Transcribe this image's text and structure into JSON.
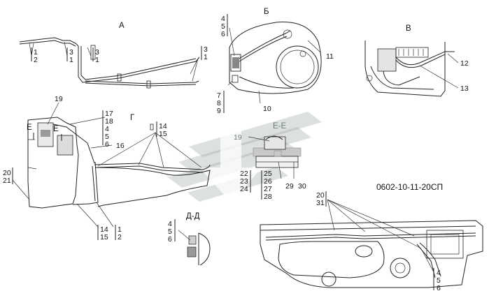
{
  "document_code": "0602-10-11-20СП",
  "views": {
    "A": "А",
    "B": "Б",
    "V": "В",
    "G": "Г",
    "EE": "Е-Е",
    "DD": "Д-Д",
    "E_left": "Е",
    "E_right": "Е"
  },
  "callouts": {
    "a_1": "1",
    "a_2": "2",
    "a_3a": "3",
    "a_1b": "1",
    "a_3c": "3",
    "a_1c": "1",
    "a_3d": "3",
    "a_1d": "1",
    "b_4": "4",
    "b_5": "5",
    "b_6": "6",
    "b_11": "11",
    "b_7": "7",
    "b_8": "8",
    "b_9": "9",
    "b_10": "10",
    "v_12": "12",
    "v_13": "13",
    "g_19": "19",
    "g_17": "17",
    "g_18": "18",
    "g_4": "4",
    "g_5": "5",
    "g_6": "6",
    "g_16": "16",
    "g_14": "14",
    "g_15": "15",
    "g_20": "20",
    "g_21": "21",
    "g_14b": "14",
    "g_15b": "15",
    "g_1": "1",
    "g_2": "2",
    "e_19": "19",
    "e_22": "22",
    "e_23": "23",
    "e_24": "24",
    "e_25": "25",
    "e_26": "26",
    "e_27": "27",
    "e_28": "28",
    "e_29": "29",
    "e_30": "30",
    "d_4": "4",
    "d_5": "5",
    "d_6": "6",
    "r_20": "20",
    "r_31": "31",
    "r_4": "4",
    "r_5": "5",
    "r_6": "6"
  }
}
